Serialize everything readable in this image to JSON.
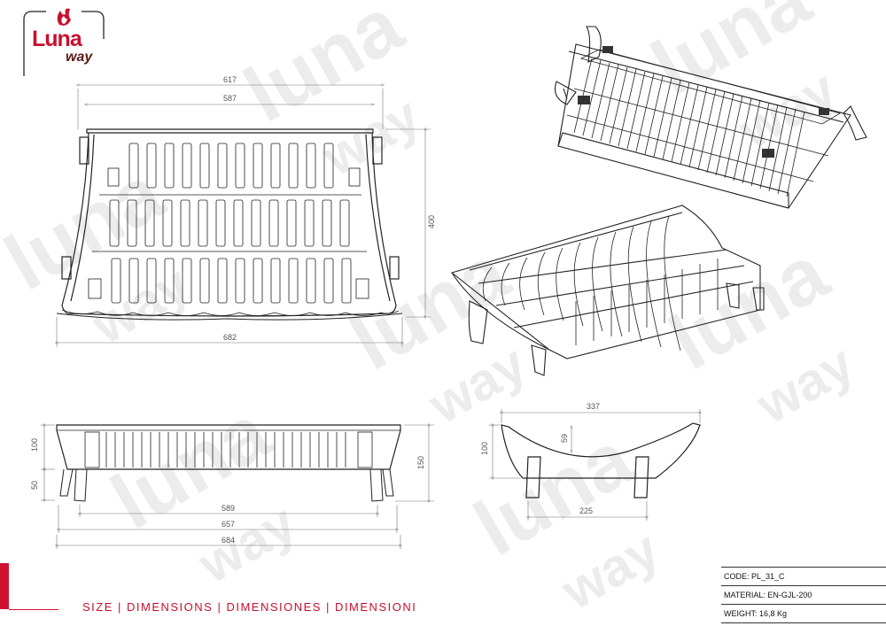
{
  "brand": {
    "logo_top": "Luna",
    "logo_bottom": "way"
  },
  "watermark": {
    "text": "luna",
    "subtext": "way"
  },
  "footer": {
    "title": "SIZE | DIMENSIONS | DIMENSIONES | DIMENSIONI"
  },
  "spec": {
    "code_label": "CODE:",
    "code_value": "PL_31_C",
    "material_label": "MATERIAL:",
    "material_value": "EN-GJL-200",
    "weight_label": "WEIGHT:",
    "weight_value": "16,8 Kg"
  },
  "dimensions": {
    "top_view": {
      "width_outer": "617",
      "width_inner": "587",
      "width_base": "682",
      "depth": "400"
    },
    "front_view": {
      "height_upper": "100",
      "height_leg": "50",
      "height_total": "150",
      "length_inner": "589",
      "length_mid": "657",
      "length_total": "684"
    },
    "side_view": {
      "width_top": "337",
      "height": "100",
      "curve_depth": "59",
      "width_base": "225"
    }
  },
  "colors": {
    "accent": "#c8102e",
    "line": "#222222",
    "watermark": "#ebebeb"
  }
}
